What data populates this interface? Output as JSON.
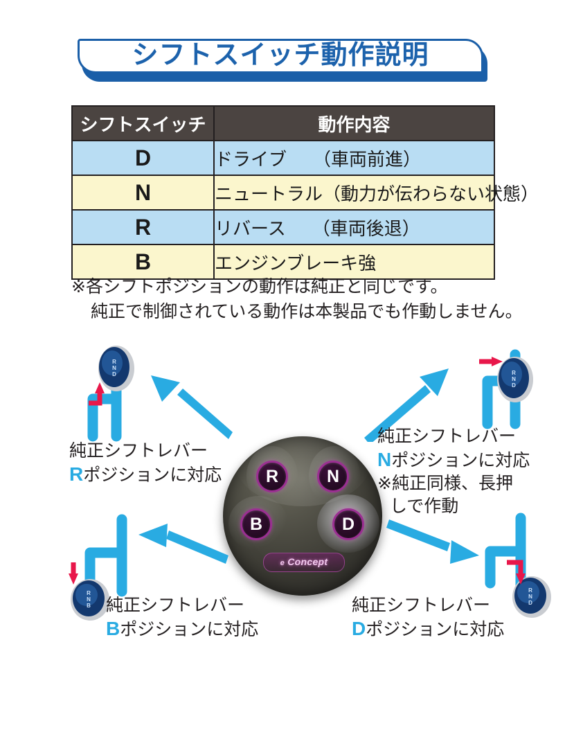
{
  "banner": {
    "title": "シフトスイッチ動作説明"
  },
  "table": {
    "headers": [
      "シフトスイッチ",
      "動作内容"
    ],
    "rows": [
      {
        "switch": "D",
        "desc": "ドライブ",
        "desc2": "（車両前進）",
        "tone": "blue"
      },
      {
        "switch": "N",
        "desc": "ニュートラル（動力が伝わらない状態）",
        "desc2": "",
        "tone": "cream"
      },
      {
        "switch": "R",
        "desc": "リバース",
        "desc2": "（車両後退）",
        "tone": "blue"
      },
      {
        "switch": "B",
        "desc": "エンジンブレーキ強",
        "desc2": "",
        "tone": "cream"
      }
    ]
  },
  "note": {
    "line1": "※各シフトポジションの動作は純正と同じです。",
    "line2": "純正で制御されている動作は本製品でも作動しません。"
  },
  "dial": {
    "buttons": [
      "R",
      "N",
      "B",
      "D"
    ],
    "logo_e": "e",
    "logo_text": "Concept",
    "accent_color": "#9b2f92"
  },
  "diagram": {
    "accent_blue": "#29abe2",
    "arrow_red": "#e8174a",
    "labels": {
      "r": {
        "line1": "純正シフトレバー",
        "pos": "R",
        "line2": "ポジションに対応"
      },
      "n": {
        "line1": "純正シフトレバー",
        "pos": "N",
        "line2": "ポジションに対応",
        "line3": "※純正同様、長押",
        "line4": "しで作動"
      },
      "b": {
        "line1": "純正シフトレバー",
        "pos": "B",
        "line2": "ポジションに対応"
      },
      "d": {
        "line1": "純正シフトレバー",
        "pos": "D",
        "line2": "ポジションに対応"
      }
    },
    "knob_labels": [
      "R",
      "N",
      "D",
      "B"
    ]
  }
}
